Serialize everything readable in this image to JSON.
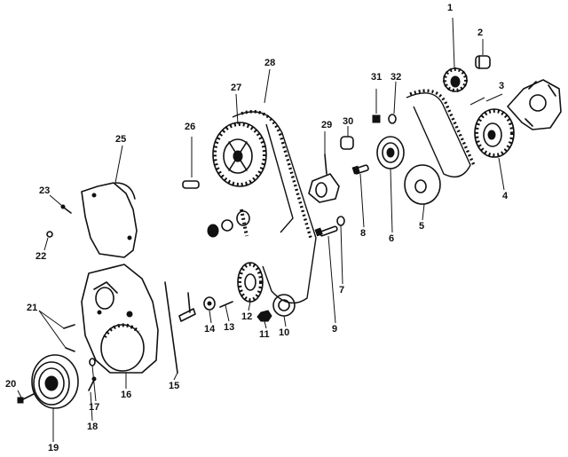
{
  "diagram": {
    "callouts": [
      "1",
      "2",
      "3",
      "4",
      "5",
      "6",
      "7",
      "8",
      "9",
      "10",
      "11",
      "12",
      "13",
      "14",
      "15",
      "16",
      "17",
      "18",
      "19",
      "20",
      "21",
      "22",
      "23",
      "25",
      "26",
      "27",
      "28",
      "29",
      "30",
      "31",
      "32"
    ],
    "parts": [
      "drive-sprocket",
      "key",
      "oil-pump-housing",
      "crank-sprocket",
      "washer-plate",
      "tensioner-pulley",
      "small-washer",
      "stud",
      "long-bolt",
      "idler-pulley",
      "nut",
      "aux-sprocket",
      "pin",
      "spacer",
      "long-rod",
      "rear-cover",
      "washer-clip",
      "screw",
      "crank-pulley",
      "pulley-bolt",
      "cover-screw",
      "clip",
      "front-cover-screw",
      "upper-cover",
      "dowel",
      "cam-sprocket",
      "timing-belt",
      "tensioner-bracket",
      "spacer-bush",
      "bolt-31",
      "washer-32"
    ]
  }
}
